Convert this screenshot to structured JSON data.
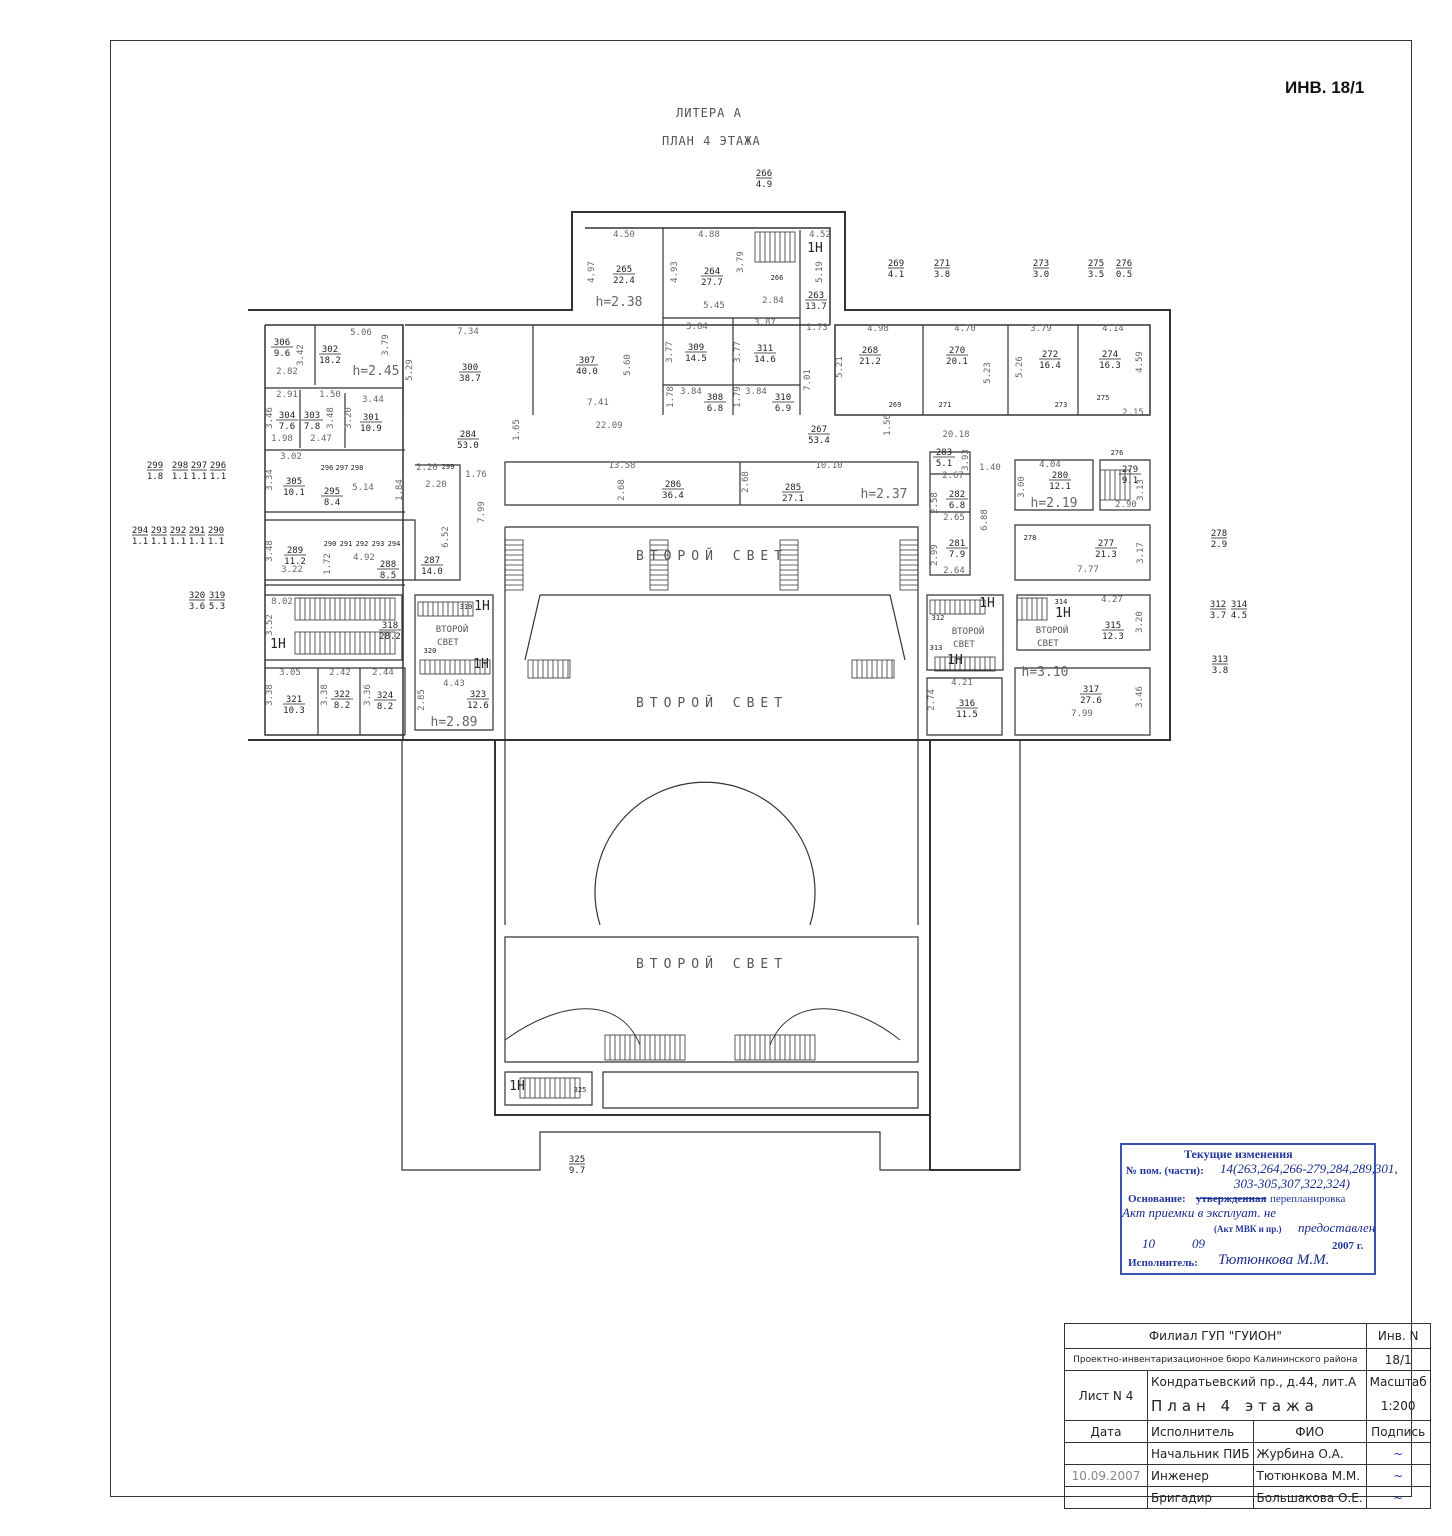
{
  "header": {
    "inventory": "ИНВ. 18/1",
    "litera": "ЛИТЕРА А",
    "plan_title": "ПЛАН 4 ЭТАЖА"
  },
  "rooms": [
    {
      "num": "306",
      "area": "9.6"
    },
    {
      "num": "302",
      "area": "18.2"
    },
    {
      "num": "301",
      "area": "10.9"
    },
    {
      "num": "304",
      "area": "7.6"
    },
    {
      "num": "303",
      "area": "7.8"
    },
    {
      "num": "300",
      "area": "38.7"
    },
    {
      "num": "307",
      "area": "40.0"
    },
    {
      "num": "265",
      "area": "22.4"
    },
    {
      "num": "264",
      "area": "27.7"
    },
    {
      "num": "263",
      "area": "13.7"
    },
    {
      "num": "309",
      "area": "14.5"
    },
    {
      "num": "311",
      "area": "14.6"
    },
    {
      "num": "308",
      "area": "6.8"
    },
    {
      "num": "310",
      "area": "6.9"
    },
    {
      "num": "284",
      "area": "53.0"
    },
    {
      "num": "267",
      "area": "53.4"
    },
    {
      "num": "268",
      "area": "21.2"
    },
    {
      "num": "270",
      "area": "20.1"
    },
    {
      "num": "272",
      "area": "16.4"
    },
    {
      "num": "274",
      "area": "16.3"
    },
    {
      "num": "305",
      "area": "10.1"
    },
    {
      "num": "295",
      "area": "8.4"
    },
    {
      "num": "289",
      "area": "11.2"
    },
    {
      "num": "288",
      "area": "8.5"
    },
    {
      "num": "287",
      "area": "14.0"
    },
    {
      "num": "286",
      "area": "36.4"
    },
    {
      "num": "285",
      "area": "27.1"
    },
    {
      "num": "283",
      "area": "5.1"
    },
    {
      "num": "282",
      "area": "6.8"
    },
    {
      "num": "281",
      "area": "7.9"
    },
    {
      "num": "280",
      "area": "12.1"
    },
    {
      "num": "279",
      "area": "9.1"
    },
    {
      "num": "277",
      "area": "21.3"
    },
    {
      "num": "318",
      "area": "28.2"
    },
    {
      "num": "321",
      "area": "10.3"
    },
    {
      "num": "322",
      "area": "8.2"
    },
    {
      "num": "324",
      "area": "8.2"
    },
    {
      "num": "323",
      "area": "12.6"
    },
    {
      "num": "315",
      "area": "12.3"
    },
    {
      "num": "316",
      "area": "11.5"
    },
    {
      "num": "317",
      "area": "27.6"
    }
  ],
  "small_rooms": [
    "266",
    "269",
    "271",
    "273",
    "275",
    "276",
    "278",
    "296",
    "297",
    "298",
    "299",
    "290",
    "291",
    "292",
    "293",
    "294",
    "319",
    "320",
    "312",
    "313",
    "314",
    "325"
  ],
  "external_labels": [
    {
      "num": "266",
      "area": "4.9"
    },
    {
      "num": "269",
      "area": "4.1"
    },
    {
      "num": "271",
      "area": "3.8"
    },
    {
      "num": "273",
      "area": "3.0"
    },
    {
      "num": "275",
      "area": "3.5"
    },
    {
      "num": "276",
      "area": "0.5"
    },
    {
      "num": "299",
      "area": "1.8"
    },
    {
      "num": "298",
      "area": "1.1"
    },
    {
      "num": "297",
      "area": "1.1"
    },
    {
      "num": "296",
      "area": "1.1"
    },
    {
      "num": "294",
      "area": "1.1"
    },
    {
      "num": "293",
      "area": "1.1"
    },
    {
      "num": "292",
      "area": "1.1"
    },
    {
      "num": "291",
      "area": "1.1"
    },
    {
      "num": "290",
      "area": "1.1"
    },
    {
      "num": "320",
      "area": "3.6"
    },
    {
      "num": "319",
      "area": "5.3"
    },
    {
      "num": "278",
      "area": "2.9"
    },
    {
      "num": "312",
      "area": "3.7"
    },
    {
      "num": "314",
      "area": "4.5"
    },
    {
      "num": "313",
      "area": "3.8"
    },
    {
      "num": "325",
      "area": "9.7"
    }
  ],
  "dimensions": [
    "4.50",
    "4.88",
    "4.52",
    "4.97",
    "4.93",
    "3.79",
    "5.19",
    "h=2.38",
    "5.45",
    "2.84",
    "5.06",
    "3.79",
    "3.42",
    "2.82",
    "h=2.45",
    "5.29",
    "7.34",
    "5.60",
    "7.41",
    "22.09",
    "3.84",
    "3.87",
    "3.77",
    "3.77",
    "1.73",
    "7.01",
    "1.78",
    "3.84",
    "1.79",
    "3.84",
    "2.91",
    "1.50",
    "3.44",
    "3.46",
    "3.48",
    "3.20",
    "1.98",
    "2.47",
    "1.65",
    "4.98",
    "4.70",
    "3.79",
    "4.14",
    "5.21",
    "5.23",
    "5.26",
    "4.59",
    "2.15",
    "1.56",
    "20.18",
    "3.02",
    "3.34",
    "5.14",
    "1.84",
    "2.20",
    "2.20",
    "1.76",
    "7.99",
    "13.58",
    "10.10",
    "2.68",
    "2.68",
    "h=2.37",
    "3.48",
    "3.22",
    "1.72",
    "4.92",
    "6.52",
    "2.67",
    "1.40",
    "3.93",
    "2.58",
    "2.65",
    "6.88",
    "2.99",
    "2.64",
    "4.04",
    "3.00",
    "h=2.19",
    "3.13",
    "2.90",
    "3.17",
    "7.77",
    "8.02",
    "3.52",
    "4.27",
    "3.20",
    "3.05",
    "2.42",
    "2.44",
    "3.38",
    "3.38",
    "3.36",
    "4.43",
    "2.85",
    "h=2.89",
    "4.21",
    "2.74",
    "h=3.10",
    "3.46",
    "7.99"
  ],
  "second_light": "ВТОРОЙ СВЕТ",
  "second_light_small": [
    "ВТОРОЙ",
    "СВЕТ"
  ],
  "level_mark": "1Н",
  "stamp": {
    "title": "Текущие изменения",
    "rooms_label": "№ пом. (части):",
    "rooms_value_1": "14(263,264,266-279,284,289,301,",
    "rooms_value_2": "303-305,307,322,324)",
    "basis_label": "Основание:",
    "basis_struck": "утвержденная",
    "basis_value": "перепланировка",
    "note_1": "Акт приемки в эксплуат. не",
    "act_label": "(Акт МВК и пр.)",
    "note_2": "предоставлен",
    "date_day": "10",
    "date_month": "09",
    "date_year": "2007 г.",
    "executor_label": "Исполнитель:",
    "executor_value": "Тютюнкова М.М."
  },
  "title_block": {
    "org": "Филиал ГУП \"ГУИОН\"",
    "bureau": "Проектно-инвентаризационное бюро Калининского района",
    "inv_label": "Инв. N",
    "inv_value": "18/1",
    "sheet": "Лист N 4",
    "address": "Кондратьевский пр., д.44, лит.А",
    "plan": "План 4 этажа",
    "scale_label": "Масштаб",
    "scale_value": "1:200",
    "date_label": "Дата",
    "executor_label": "Исполнитель",
    "fio_label": "ФИО",
    "signature_label": "Подпись",
    "rows": [
      {
        "role": "Начальник ПИБ",
        "name": "Журбина О.А."
      },
      {
        "role": "Инженер",
        "name": "Тютюнкова М.М."
      },
      {
        "role": "Бригадир",
        "name": "Большакова О.Е."
      }
    ],
    "date_value": "10.09.2007"
  },
  "colors": {
    "line": "#333333",
    "dim": "#666666",
    "stamp": "#2a40a8"
  }
}
